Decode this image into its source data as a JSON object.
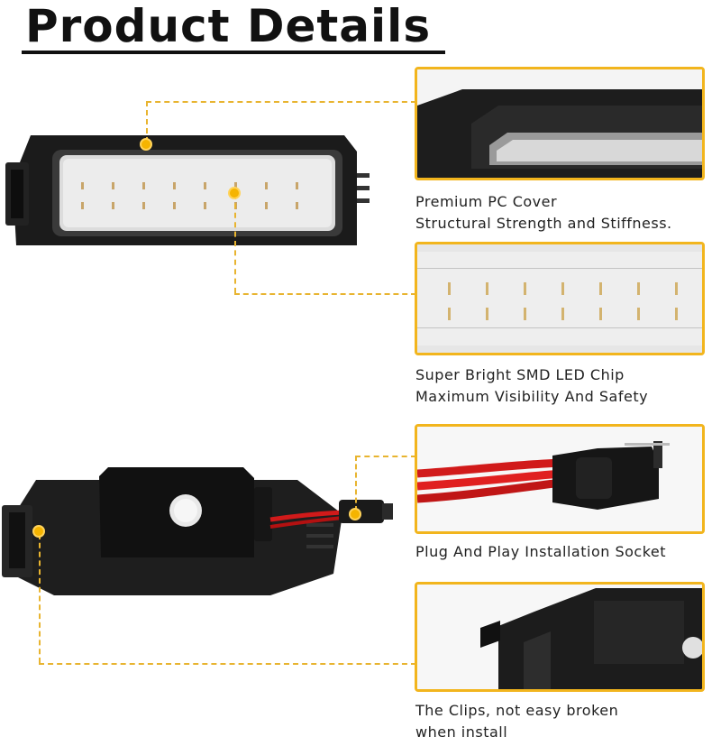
{
  "title": "Product Details",
  "colors": {
    "accent": "#f2b51d",
    "housing": "#1c1c1c",
    "wire": "#d11a1a",
    "text": "#222222"
  },
  "features": [
    {
      "line1": "Premium PC Cover",
      "line2": "Structural Strength and Stiffness."
    },
    {
      "line1": "Super Bright SMD LED Chip",
      "line2": "Maximum Visibility And Safety"
    },
    {
      "line1": "Plug And Play Installation Socket",
      "line2": ""
    },
    {
      "line1": "The Clips, not easy  broken",
      "line2": "when install"
    }
  ]
}
